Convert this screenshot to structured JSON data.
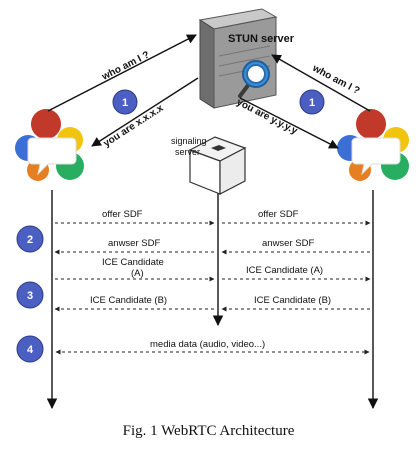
{
  "title": "",
  "caption": "Fig. 1 WebRTC Architecture",
  "nodes": {
    "stun_label": "STUN server",
    "signaling_label_line1": "signaling",
    "signaling_label_line2": "server"
  },
  "edges": {
    "who_am_i_left": "who am I ?",
    "who_am_i_right": "who am I ?",
    "you_are_left": "you are x.x.x.x",
    "you_are_right": "you are y.y.y.y"
  },
  "steps": {
    "step1_left": "1",
    "step1_right": "1",
    "step2": "2",
    "step3": "3",
    "step4": "4"
  },
  "messages": {
    "offer_left": "offer SDF",
    "offer_right": "offer SDF",
    "answer_left": "anwser SDF",
    "answer_right": "anwser SDF",
    "ice_a_left_line1": "ICE Candidate",
    "ice_a_left_line2": "(A)",
    "ice_a_right": "ICE Candidate (A)",
    "ice_b_left": "ICE Candidate (B)",
    "ice_b_right": "ICE Candidate (B)",
    "media": "media data (audio, video...)"
  },
  "colors": {
    "step_circle": "#4a5fc1",
    "chrome_red": "#c0392b",
    "chrome_yellow": "#f1c40f",
    "chrome_green": "#27ae60",
    "chrome_blue": "#3b6fd6",
    "chrome_orange": "#e67e22",
    "server_gray": "#8c8c8c",
    "magnifier_blue": "#3a8fd8"
  }
}
